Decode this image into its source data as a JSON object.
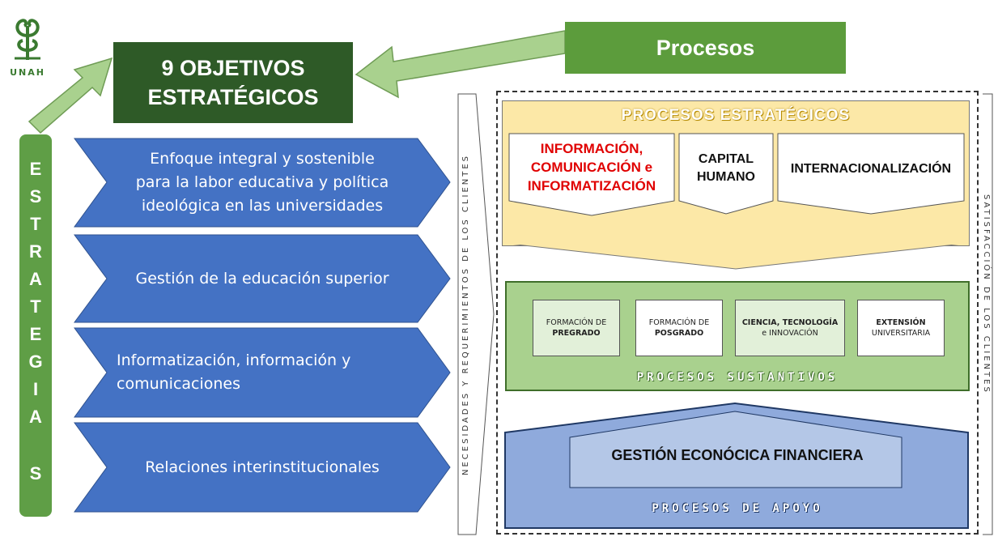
{
  "logo": {
    "text": "UNAH"
  },
  "objetivos": {
    "line1": "9 OBJETIVOS",
    "line2": "ESTRATÉGICOS"
  },
  "procesos": {
    "label": "Procesos"
  },
  "estrategias": {
    "letters": [
      "E",
      "S",
      "T",
      "R",
      "A",
      "T",
      "E",
      "G",
      "I",
      "A",
      "S"
    ]
  },
  "strategies": [
    {
      "line1": "Enfoque integral y sostenible",
      "line2": "para la labor educativa y política",
      "line3": "ideológica en las universidades"
    },
    {
      "line1": "Gestión de la educación superior"
    },
    {
      "line1": "Informatización, información y",
      "line2": "comunicaciones"
    },
    {
      "line1": "Relaciones interinstitucionales"
    }
  ],
  "left_vertical": "NECESIDADES Y REQUERIMIENTOS DE LOS CLIENTES",
  "right_vertical": "SATISFACCIÓN DE LOS CLIENTES",
  "estrategicos": {
    "title": "PROCESOS ESTRATÉGICOS",
    "cards": [
      {
        "line1": "INFORMACIÓN,",
        "line2": "COMUNICACIÓN e",
        "line3": "INFORMATIZACIÓN"
      },
      {
        "line1": "CAPITAL",
        "line2": "HUMANO"
      },
      {
        "line1": "INTERNACIONALIZACIÓN"
      }
    ]
  },
  "sustantivos": {
    "title": "PROCESOS SUSTANTIVOS",
    "cards": [
      {
        "top": "FORMACIÓN DE",
        "bottom": "PREGRADO"
      },
      {
        "top": "FORMACIÓN DE",
        "bottom": "POSGRADO"
      },
      {
        "top": "CIENCIA, TECNOLOGÍA",
        "bottom": "e INNOVACIÓN"
      },
      {
        "top": "EXTENSIÓN",
        "bottom": "UNIVERSITARIA"
      }
    ]
  },
  "apoyo": {
    "title": "PROCESOS DE APOYO",
    "inner": "GESTIÓN ECONÓCICA FINANCIERA"
  },
  "colors": {
    "dark_green": "#2e5a27",
    "green": "#5c9c3c",
    "light_green_arrow": "#a9d18e",
    "blue_chevron": "#4472c4",
    "yellow_panel": "#fce8a7",
    "red_text": "#e00000",
    "apoyo_blue": "#8faadc"
  }
}
